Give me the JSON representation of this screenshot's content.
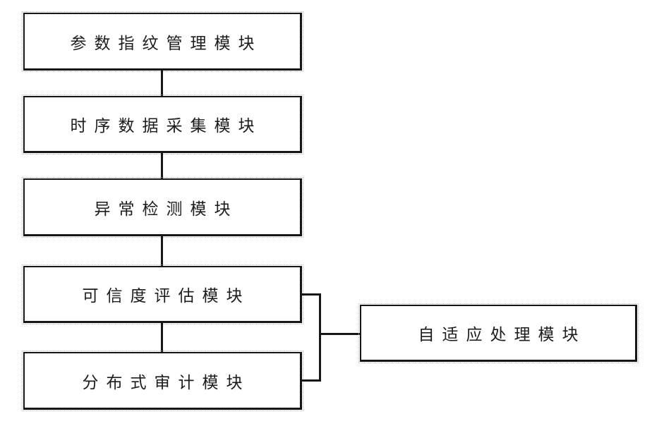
{
  "diagram": {
    "type": "block-diagram",
    "background_color": "#ffffff",
    "line_color": "#161616",
    "text_color": "#1d1d1d",
    "boxes": [
      {
        "id": "parameter-fingerprint-management",
        "label": "参数指纹管理模块"
      },
      {
        "id": "time-series-data-collection",
        "label": "时序数据采集模块"
      },
      {
        "id": "anomaly-detection",
        "label": "异常检测模块"
      },
      {
        "id": "credibility-evaluation",
        "label": "可信度评估模块"
      },
      {
        "id": "distributed-audit",
        "label": "分布式审计模块"
      },
      {
        "id": "adaptive-processing",
        "label": "自适应处理模块"
      }
    ],
    "connections": [
      {
        "from": "parameter-fingerprint-management",
        "to": "time-series-data-collection",
        "style": "vertical-line"
      },
      {
        "from": "time-series-data-collection",
        "to": "anomaly-detection",
        "style": "vertical-line"
      },
      {
        "from": "anomaly-detection",
        "to": "credibility-evaluation",
        "style": "vertical-line"
      },
      {
        "from": "credibility-evaluation",
        "to": "distributed-audit",
        "style": "vertical-line"
      },
      {
        "from": "credibility-evaluation",
        "to": "adaptive-processing",
        "style": "bracket"
      },
      {
        "from": "distributed-audit",
        "to": "adaptive-processing",
        "style": "bracket"
      }
    ]
  }
}
